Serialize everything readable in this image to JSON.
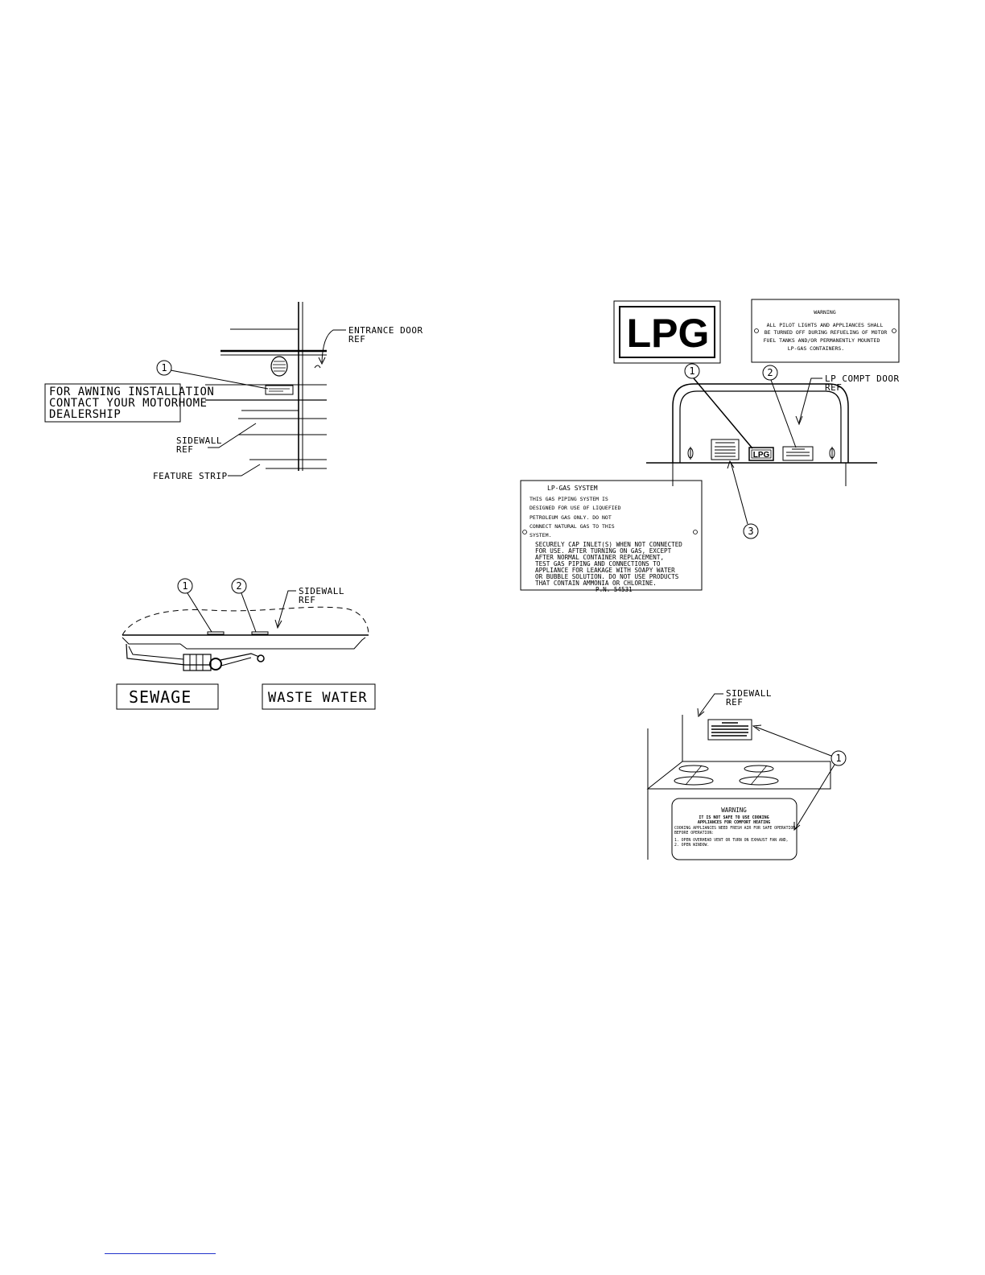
{
  "figure1": {
    "callout_number": "1",
    "entrance_door_label": [
      "ENTRANCE DOOR",
      "REF"
    ],
    "awning_label": [
      "FOR AWNING INSTALLATION",
      "CONTACT YOUR MOTORHOME",
      "DEALERSHIP"
    ],
    "sidewall_label": [
      "SIDEWALL",
      "REF"
    ],
    "feature_strip_label": "FEATURE STRIP"
  },
  "figure2": {
    "callout_1": "1",
    "callout_2": "2",
    "sidewall_label": [
      "SIDEWALL",
      "REF"
    ],
    "sewage_label": "SEWAGE",
    "waste_water_label": "WASTE WATER"
  },
  "figure3": {
    "lpg_decal_text": "LPG",
    "warning_title": "WARNING",
    "warning_lines": [
      "ALL PILOT LIGHTS AND APPLIANCES SHALL",
      "BE TURNED OFF DURING REFUELING OF MOTOR",
      "FUEL TANKS AND/OR PERMANENTLY MOUNTED",
      "LP-GAS CONTAINERS."
    ],
    "callout_1": "1",
    "callout_2": "2",
    "callout_3": "3",
    "lp_compt_door_label": [
      "LP COMPT DOOR",
      "REF"
    ],
    "lp_gas_system_title": "LP-GAS SYSTEM",
    "lp_gas_lines_1": [
      "THIS GAS PIPING SYSTEM IS",
      "DESIGNED FOR USE OF LIQUEFIED",
      "PETROLEUM GAS ONLY.  DO NOT",
      "CONNECT NATURAL GAS TO THIS",
      "SYSTEM."
    ],
    "lp_gas_lines_2": [
      "SECURELY CAP INLET(S) WHEN NOT CONNECTED",
      "FOR USE. AFTER TURNING ON GAS, EXCEPT",
      "AFTER NORMAL CONTAINER REPLACEMENT,",
      "TEST GAS PIPING AND CONNECTIONS TO",
      "APPLIANCE FOR LEAKAGE WITH SOAPY WATER",
      "OR BUBBLE SOLUTION. DO NOT USE PRODUCTS",
      "THAT CONTAIN AMMONIA OR CHLORINE."
    ],
    "part_number": "P.N. 54531"
  },
  "figure4": {
    "sidewall_label": [
      "SIDEWALL",
      "REF"
    ],
    "callout_1": "1",
    "warning_title": "WARNING",
    "warning_sub": [
      "IT IS NOT SAFE TO USE COOKING",
      "APPLIANCES FOR COMFORT HEATING"
    ],
    "warning_body": [
      "COOKING APPLIANCES NEED FRESH AIR FOR SAFE OPERATION",
      "BEFORE OPERATION:"
    ],
    "warning_steps": [
      "1. OPEN OVERHEAD VENT OR TURN ON EXHAUST FAN AND,",
      "2. OPEN WINDOW."
    ]
  }
}
